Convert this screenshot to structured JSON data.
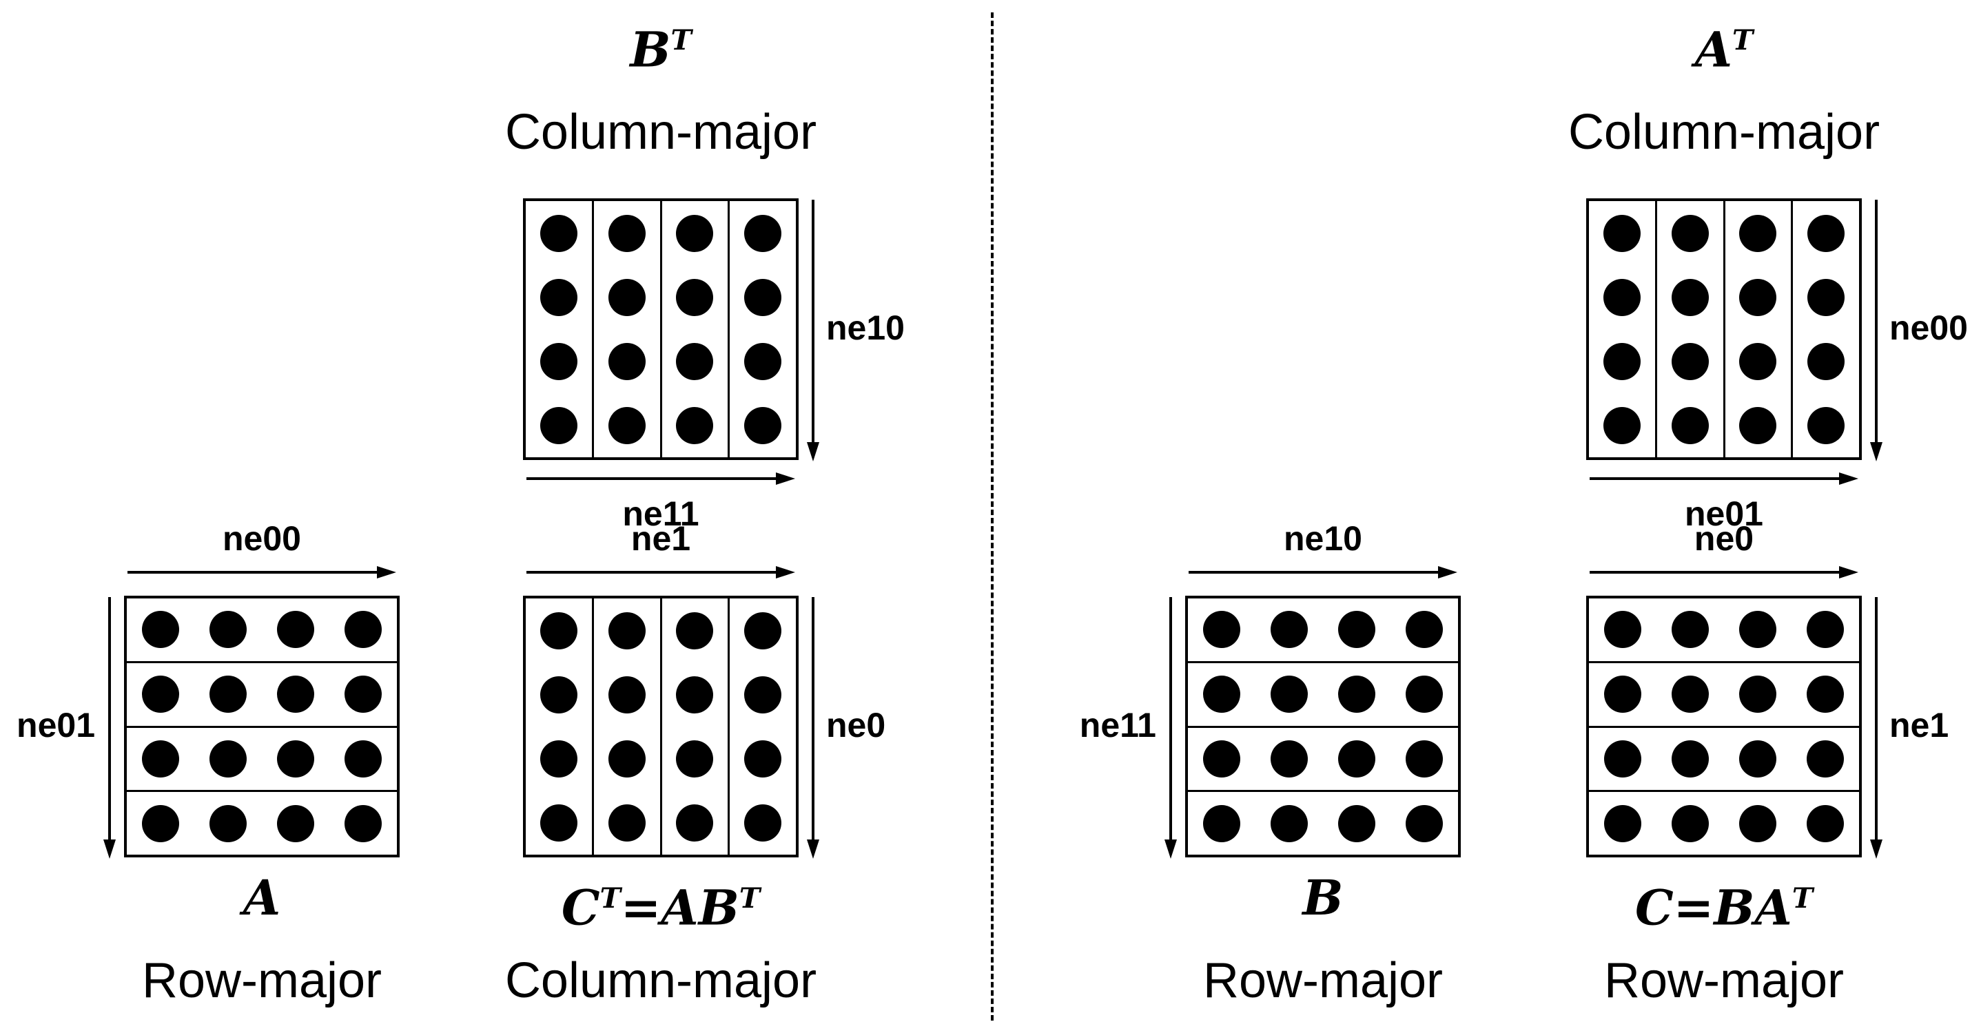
{
  "figure": {
    "background": "#ffffff",
    "ink": "#000000",
    "grid": {
      "rows": 4,
      "cols": 4
    },
    "left_panel": {
      "top_matrix": {
        "title": {
          "seg1": "B",
          "sup1": "T"
        },
        "subtitle": "Column-major",
        "labels": {
          "right": "ne10",
          "bottom": "ne11"
        }
      },
      "bottom_left_matrix": {
        "title": {
          "seg1": "A"
        },
        "subtitle": "Row-major",
        "labels": {
          "top": "ne00",
          "left": "ne01"
        }
      },
      "bottom_right_matrix": {
        "title": {
          "seg1": "C",
          "sup1": "T",
          "seg2": "=AB",
          "sup2": "T"
        },
        "subtitle": "Column-major",
        "labels": {
          "top": "ne1",
          "right": "ne0"
        }
      }
    },
    "right_panel": {
      "top_matrix": {
        "title": {
          "seg1": "A",
          "sup1": "T"
        },
        "subtitle": "Column-major",
        "labels": {
          "right": "ne00",
          "bottom": "ne01"
        }
      },
      "bottom_left_matrix": {
        "title": {
          "seg1": "B"
        },
        "subtitle": "Row-major",
        "labels": {
          "top": "ne10",
          "left": "ne11"
        }
      },
      "bottom_right_matrix": {
        "title": {
          "seg1": "C=BA",
          "sup1": "T"
        },
        "subtitle": "Row-major",
        "labels": {
          "top": "ne0",
          "right": "ne1"
        }
      }
    }
  }
}
